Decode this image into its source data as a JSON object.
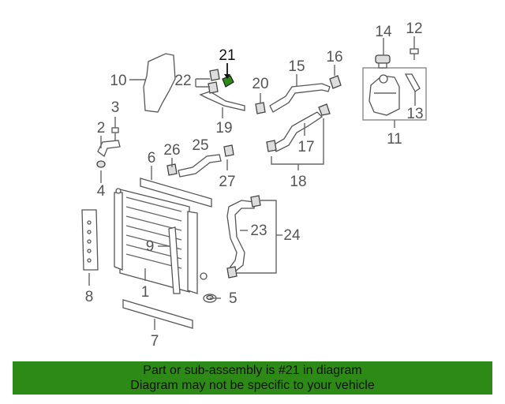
{
  "callouts": {
    "c1": "1",
    "c2": "2",
    "c3": "3",
    "c4": "4",
    "c5": "5",
    "c6": "6",
    "c7": "7",
    "c8": "8",
    "c9": "9",
    "c10": "10",
    "c11": "11",
    "c12": "12",
    "c13": "13",
    "c14": "14",
    "c15": "15",
    "c16": "16",
    "c17": "17",
    "c18": "18",
    "c19": "19",
    "c20": "20",
    "c21": "21",
    "c22": "22",
    "c23": "23",
    "c24": "24",
    "c25": "25",
    "c26": "26",
    "c27": "27"
  },
  "highlight": {
    "part": "21",
    "color": "#2d8a17"
  },
  "banner": {
    "line1": "Part or sub-assembly is #21 in diagram",
    "line2": "Diagram may not be specific to your vehicle",
    "color": "#2d8a17"
  }
}
